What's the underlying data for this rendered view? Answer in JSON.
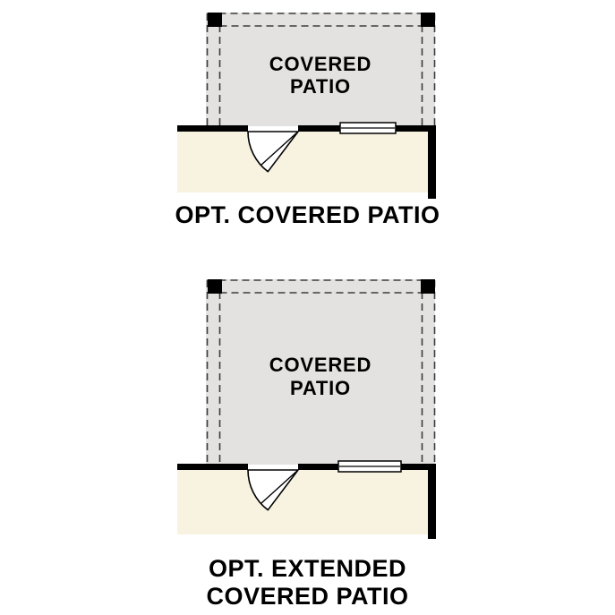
{
  "colors": {
    "background": "#ffffff",
    "patio_fill": "#e3e2e0",
    "floor_fill": "#f8f2e1",
    "wall": "#000000",
    "dash": "#3c3c3c",
    "text": "#000000"
  },
  "diagrams": [
    {
      "name": "covered-patio",
      "area_label_lines": [
        "COVERED",
        "PATIO"
      ],
      "caption_lines": [
        "OPT. COVERED PATIO"
      ]
    },
    {
      "name": "extended-covered-patio",
      "area_label_lines": [
        "COVERED",
        "PATIO"
      ],
      "caption_lines": [
        "OPT. EXTENDED",
        "COVERED PATIO"
      ]
    }
  ]
}
